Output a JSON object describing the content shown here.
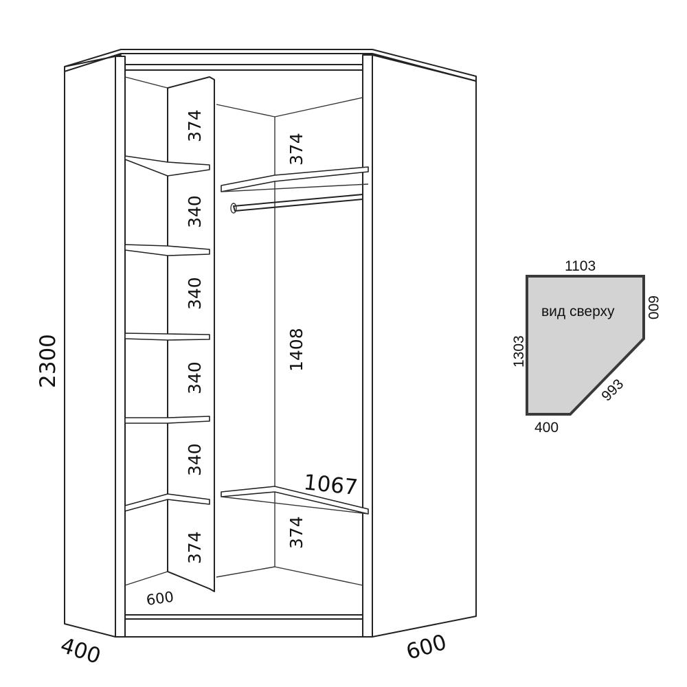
{
  "drawing": {
    "left_shelf_heights": [
      "374",
      "340",
      "340",
      "340",
      "340",
      "374"
    ],
    "right_top_height": "374",
    "hanging_height": "1408",
    "right_bottom_height": "374",
    "bottom_shelf_depth": "600",
    "right_shelf_width": "1067",
    "overall_height": "2300",
    "left_depth": "400",
    "right_depth": "600"
  },
  "plan_view": {
    "caption": "вид сверху",
    "top_width": "1103",
    "left_side": "1303",
    "right_side": "600",
    "diagonal": "993",
    "bottom_width": "400",
    "fill_color": "#d3d3d3",
    "border_color": "#3a3a3a"
  }
}
